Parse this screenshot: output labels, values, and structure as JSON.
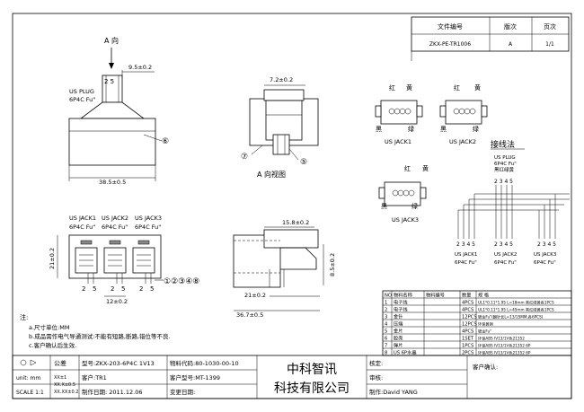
{
  "header": {
    "doc_no_label": "文件编号",
    "version_label": "版次",
    "page_label": "页次",
    "doc_no": "ZKX-PE-TR1006",
    "version": "A",
    "page": "1/1"
  },
  "views": {
    "view_a_arrow": "A 向",
    "view_a_caption": "A 向视图",
    "plug_label_1": "US PLUG",
    "plug_label_2": "6P4C Fu\"",
    "pin_labels": "2 5",
    "dim_top": "9.5±0.2",
    "dim_width": "38.5±0.5",
    "dim_a_top": "7.2±0.2",
    "dim_right_top": "15.8±0.2",
    "dim_right_h": "8.5±0.2",
    "dim_right_inner": "21±0.2",
    "dim_right_total": "36.7±0.5",
    "dim_left_h": "21±0.2",
    "dim_pitch": "12±0.2",
    "jack_labels_row": [
      "US JACK1",
      "US JACK2",
      "US JACK3"
    ],
    "jack_sub_row": [
      "6P4C Fu\"",
      "6P4C Fu\"",
      "6P4C Fu\""
    ],
    "pins_front": [
      "2",
      "5",
      "2",
      "5",
      "2",
      "5"
    ],
    "callout_right": "⑥",
    "callout_a1": "⑦",
    "callout_a2": "⑤",
    "callouts_front": "①②③④⑧"
  },
  "jacks": {
    "red": "红",
    "yellow": "黄",
    "black": "黑",
    "green": "绿",
    "jack1": "US JACK1",
    "jack2": "US JACK2",
    "jack3": "US JACK3"
  },
  "wiring": {
    "title": "接线法",
    "plug_1": "US PLUG",
    "plug_2": "6P4C Fu\"",
    "plug_3": "黑红绿黄",
    "plug_pins": "2 3 4 5",
    "jack_pins": [
      "2 3 4 5",
      "2 3 4 5",
      "2 3 4 5"
    ],
    "jack_names": [
      "US JACK1",
      "US JACK2",
      "US JACK3"
    ],
    "jack_subs": [
      "6P4C Fu\"",
      "6P4C Fu\"",
      "6P4C Fu\""
    ]
  },
  "bom": {
    "headers": [
      "NO",
      "物料名称",
      "物料编号",
      "数量",
      "规 格"
    ],
    "rows": [
      [
        "1",
        "电子线",
        "",
        "4PCS",
        "UL1*0.11*1.95 L=18mm 黑红绿黄各1PCS"
      ],
      [
        "2",
        "电子线",
        "",
        "4PCS",
        "UL1*0.11*1.95 L=45mm 黑红绿黄各1PCS"
      ],
      [
        "3",
        "金针",
        "",
        "12PCS",
        "镀金Fu\"(翻针长L=13/15MM,各6PCS)"
      ],
      [
        "4",
        "压端",
        "",
        "12PCS",
        "环保黄铜"
      ],
      [
        "5",
        "金片",
        "",
        "4PCS",
        "镀金Fu\""
      ],
      [
        "6",
        "胶壳",
        "",
        "1SET",
        "环保ABS IV13/1V色21352"
      ],
      [
        "7",
        "弹片",
        "",
        "1PCS",
        "环保ABS IV13/1V色21352 6P"
      ],
      [
        "8",
        "US 6P水晶",
        "",
        "2PCS",
        "环保ABS IV13/1V色21352 6P"
      ]
    ]
  },
  "notes": {
    "title": "注:",
    "a": "a.尺寸单位:MM",
    "b": "b.成品需作电气导通测试:不能有短路,断路,错位等不良.",
    "c": "c.客户确认后生效."
  },
  "titleblock": {
    "tolerance": "公差",
    "unit": "unit: mm",
    "scale": "SCALE 1:1",
    "tol_1": "XX±1",
    "tol_2": "XX.X±0.5",
    "tol_3": "XX.XX±0.2",
    "model": "型号:ZKX-203-6P4C 1V13",
    "customer": "客户:TR1",
    "date": "制作日期: 2011.12.06",
    "mat_code": "物料代码:80-1030-00-10",
    "cust_mat": "客户型号:MT-1399",
    "change_date": "变更日期:",
    "company_1": "中科智讯",
    "company_2": "科技有限公司",
    "check": "核定:",
    "review": "审核:",
    "maker": "制作:David YANG",
    "confirm": "客户确认:"
  }
}
